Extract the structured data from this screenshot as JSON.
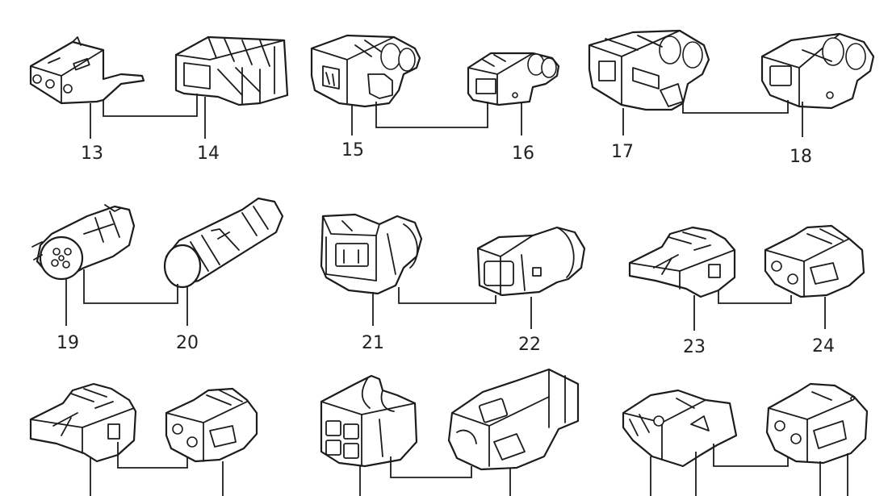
{
  "labels": {
    "n13": "13",
    "n14": "14",
    "n15": "15",
    "n16": "16",
    "n17": "17",
    "n18": "18",
    "n19": "19",
    "n20": "20",
    "n21": "21",
    "n22": "22",
    "n23": "23",
    "n24": "24"
  }
}
